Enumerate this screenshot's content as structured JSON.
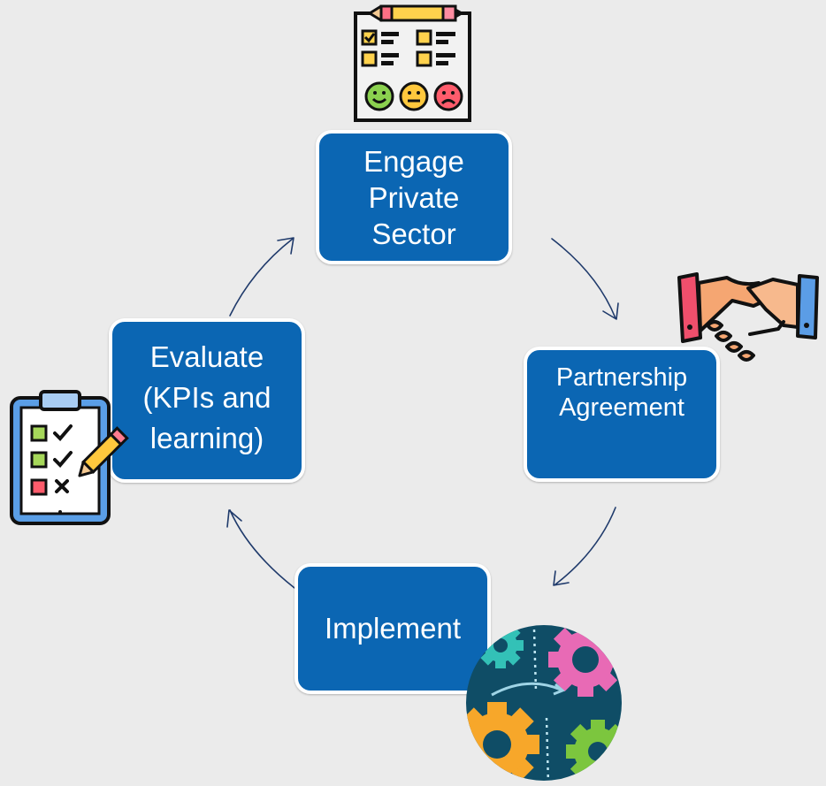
{
  "diagram": {
    "nodes": {
      "engage": {
        "lines": [
          "Engage",
          "Private",
          "Sector"
        ]
      },
      "partnership": {
        "lines": [
          "Partnership",
          "Agreement"
        ]
      },
      "implement": {
        "lines": [
          "Implement"
        ]
      },
      "evaluate": {
        "lines": [
          "Evaluate",
          "(KPIs and",
          "learning)"
        ]
      }
    },
    "colors": {
      "background": "#ebebeb",
      "node_fill": "#0b66b3",
      "node_border": "#ffffff",
      "node_text": "#ffffff",
      "arrow": "#1f3a6b"
    },
    "icons": {
      "top": "survey-checklist-icon",
      "right": "handshake-icon",
      "bottom": "gears-icon",
      "left": "clipboard-checklist-icon"
    }
  }
}
